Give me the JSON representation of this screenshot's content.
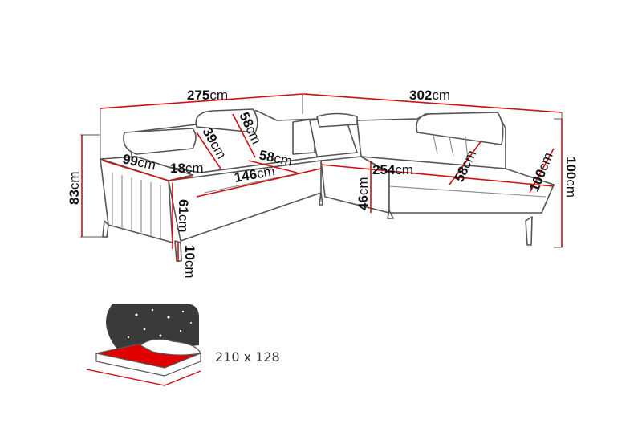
{
  "dimensions": {
    "total_width_left": {
      "value": "275",
      "unit": "cm"
    },
    "total_width_right": {
      "value": "302",
      "unit": "cm"
    },
    "total_height_left": {
      "value": "83",
      "unit": "cm"
    },
    "total_depth_right": {
      "value": "100",
      "unit": "cm"
    },
    "armrest_depth": {
      "value": "99",
      "unit": "cm"
    },
    "armrest_width": {
      "value": "18",
      "unit": "cm"
    },
    "headrest_height": {
      "value": "39",
      "unit": "cm"
    },
    "back_height": {
      "value": "58",
      "unit": "cm"
    },
    "seat_depth_left": {
      "value": "58",
      "unit": "cm"
    },
    "seat_width_left": {
      "value": "146",
      "unit": "cm"
    },
    "seat_width_right": {
      "value": "254",
      "unit": "cm"
    },
    "seat_depth_right": {
      "value": "58",
      "unit": "cm"
    },
    "end_depth_right": {
      "value": "100",
      "unit": "cm"
    },
    "armrest_height": {
      "value": "61",
      "unit": "cm"
    },
    "seat_height": {
      "value": "46",
      "unit": "cm"
    },
    "leg_height": {
      "value": "10",
      "unit": "cm"
    }
  },
  "bed": {
    "size": "210 x 128"
  },
  "colors": {
    "dimension_line": "#d01010",
    "outline": "#555555",
    "bed_surface": "#e00000",
    "night_sky": "#3a3a3a"
  }
}
